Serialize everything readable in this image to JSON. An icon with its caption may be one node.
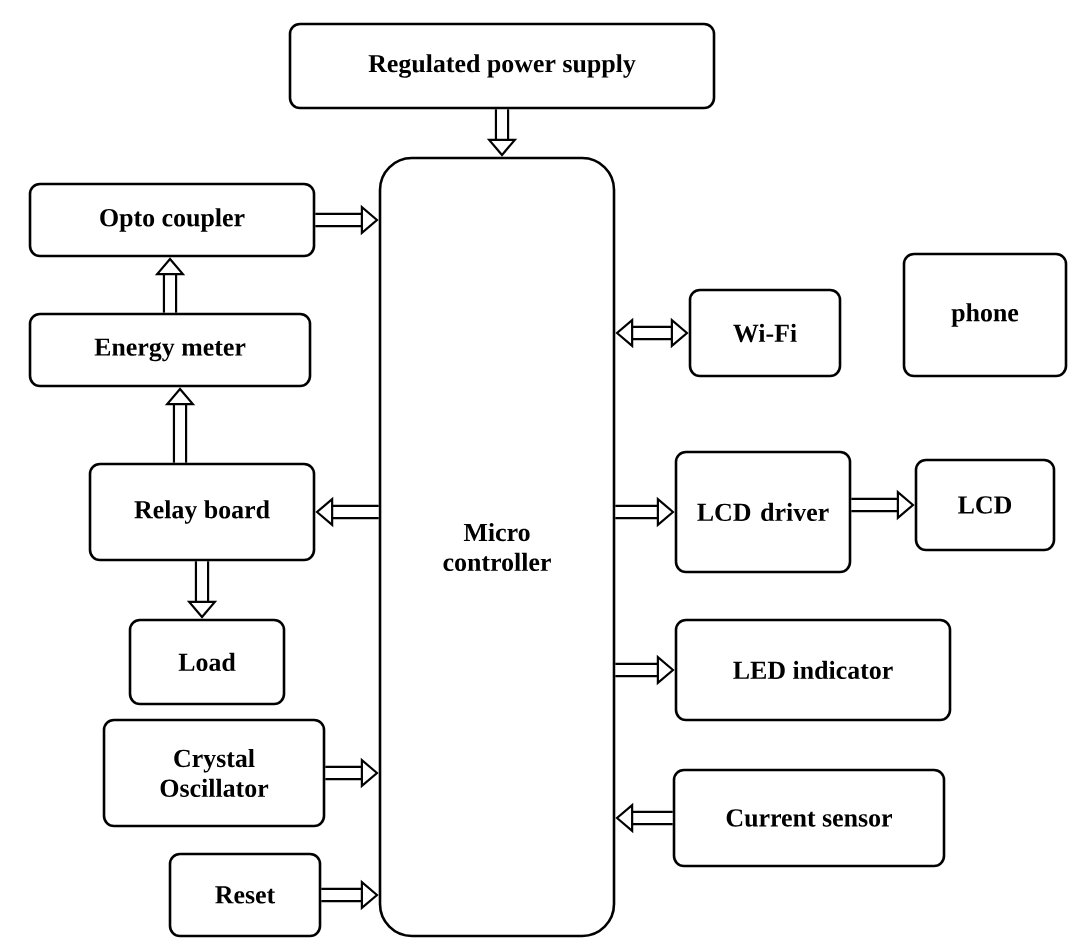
{
  "diagram": {
    "nodes": [
      {
        "text": [
          "Regulated power supply"
        ]
      },
      {
        "text": [
          "Micro controller"
        ]
      },
      {
        "text": [
          "Opto coupler"
        ]
      },
      {
        "text": [
          "Energy meter"
        ]
      },
      {
        "text": [
          "Relay board"
        ]
      },
      {
        "text": [
          "Load"
        ]
      },
      {
        "text": [
          "Crystal Oscillator"
        ]
      },
      {
        "text": [
          "Reset"
        ]
      },
      {
        "text": [
          "Wi-Fi"
        ]
      },
      {
        "text": [
          "phone"
        ]
      },
      {
        "text": [
          "LCD driver"
        ]
      },
      {
        "text": [
          "LCD"
        ]
      },
      {
        "text": [
          "LED indicator"
        ]
      },
      {
        "text": [
          "Current sensor"
        ]
      }
    ],
    "edges": [
      {
        "from": 0,
        "to": 1,
        "arrow": "to"
      },
      {
        "from": 2,
        "to": 1,
        "arrow": "to"
      },
      {
        "from": 3,
        "to": 2,
        "arrow": "to"
      },
      {
        "from": 4,
        "to": 3,
        "arrow": "to"
      },
      {
        "from": 1,
        "to": 4,
        "arrow": "to"
      },
      {
        "from": 4,
        "to": 5,
        "arrow": "to"
      },
      {
        "from": 6,
        "to": 1,
        "arrow": "to"
      },
      {
        "from": 7,
        "to": 1,
        "arrow": "to"
      },
      {
        "from": 1,
        "to": 8,
        "arrow": "both"
      },
      {
        "from": 1,
        "to": 10,
        "arrow": "to"
      },
      {
        "from": 10,
        "to": 11,
        "arrow": "to"
      },
      {
        "from": 1,
        "to": 12,
        "arrow": "to"
      },
      {
        "from": 13,
        "to": 1,
        "arrow": "to"
      }
    ]
  }
}
